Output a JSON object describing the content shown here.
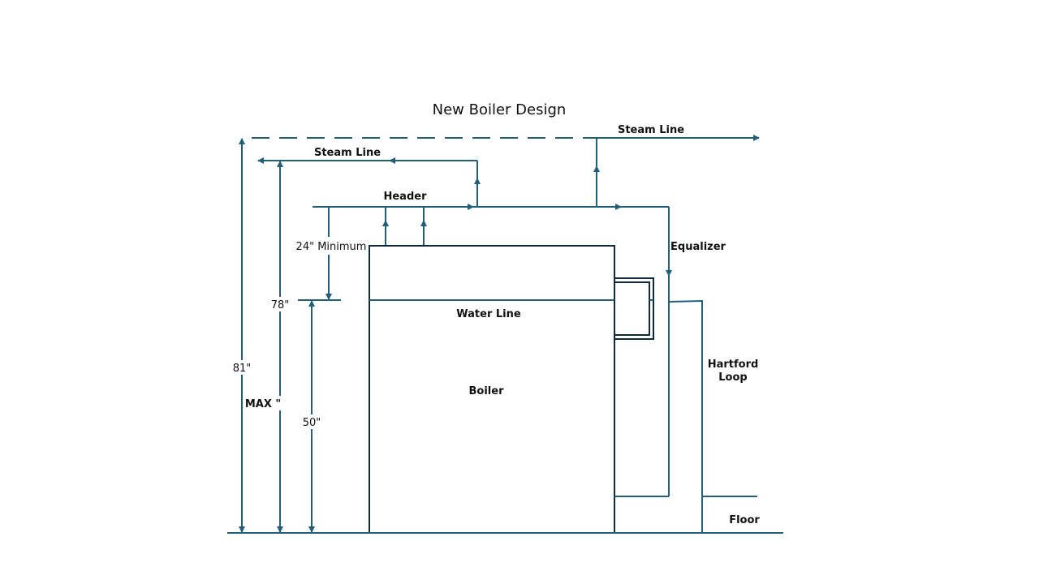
{
  "title": "New Boiler Design",
  "labels": {
    "steam_line_upper": "Steam Line",
    "steam_line_lower": "Steam Line",
    "header": "Header",
    "equalizer": "Equalizer",
    "water_line": "Water Line",
    "boiler": "Boiler",
    "hartford_line1": "Hartford",
    "hartford_line2": "Loop",
    "floor": "Floor"
  },
  "dimensions": {
    "min_24": "24\" Minimum",
    "d81": "81\"",
    "d78": "78\"",
    "max": "MAX \"",
    "d50": "50\""
  },
  "colors": {
    "pipe": "#1f5f7a",
    "boiler": "#0f2a3a"
  }
}
